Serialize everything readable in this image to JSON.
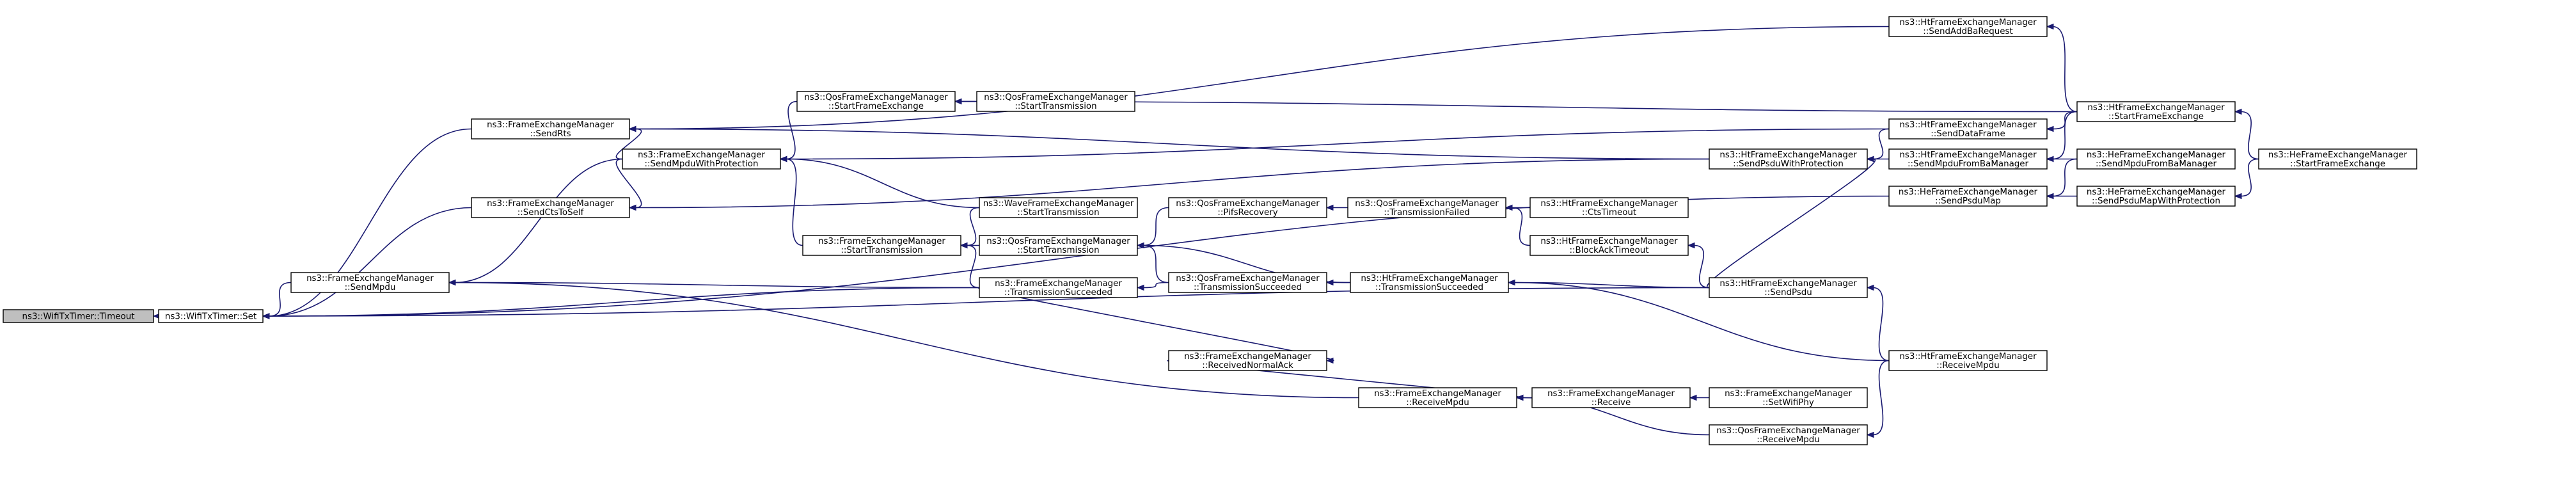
{
  "nodes": [
    {
      "id": "timeout",
      "line1": "ns3::WifiTxTimer::Timeout",
      "line2": "",
      "root": true
    },
    {
      "id": "set",
      "line1": "ns3::WifiTxTimer::Set",
      "line2": ""
    },
    {
      "id": "fem_sendrts",
      "line1": "ns3::FrameExchangeManager",
      "line2": "::SendRts"
    },
    {
      "id": "fem_sendctstoself",
      "line1": "ns3::FrameExchangeManager",
      "line2": "::SendCtsToSelf"
    },
    {
      "id": "fem_sendmpdu",
      "line1": "ns3::FrameExchangeManager",
      "line2": "::SendMpdu"
    },
    {
      "id": "fem_sendmpduwithprot",
      "line1": "ns3::FrameExchangeManager",
      "line2": "::SendMpduWithProtection"
    },
    {
      "id": "qos_startframeexchange",
      "line1": "ns3::QosFrameExchangeManager",
      "line2": "::StartFrameExchange"
    },
    {
      "id": "qos_starttransmission_a",
      "line1": "ns3::QosFrameExchangeManager",
      "line2": "::StartTransmission"
    },
    {
      "id": "fem_starttransmission",
      "line1": "ns3::FrameExchangeManager",
      "line2": "::StartTransmission"
    },
    {
      "id": "wave_starttransmission",
      "line1": "ns3::WaveFrameExchangeManager",
      "line2": "::StartTransmission"
    },
    {
      "id": "qos_starttransmission_b",
      "line1": "ns3::QosFrameExchangeManager",
      "line2": "::StartTransmission"
    },
    {
      "id": "fem_transmissionsucceeded",
      "line1": "ns3::FrameExchangeManager",
      "line2": "::TransmissionSucceeded"
    },
    {
      "id": "fem_receivednormalack",
      "line1": "ns3::FrameExchangeManager",
      "line2": "::ReceivedNormalAck"
    },
    {
      "id": "fem_receivempdu",
      "line1": "ns3::FrameExchangeManager",
      "line2": "::ReceiveMpdu"
    },
    {
      "id": "fem_receive",
      "line1": "ns3::FrameExchangeManager",
      "line2": "::Receive"
    },
    {
      "id": "fem_setwifiphy",
      "line1": "ns3::FrameExchangeManager",
      "line2": "::SetWifiPhy"
    },
    {
      "id": "qos_pifsrecovery",
      "line1": "ns3::QosFrameExchangeManager",
      "line2": "::PifsRecovery"
    },
    {
      "id": "qos_transmissionfailed",
      "line1": "ns3::QosFrameExchangeManager",
      "line2": "::TransmissionFailed"
    },
    {
      "id": "qos_transmissionsucceeded",
      "line1": "ns3::QosFrameExchangeManager",
      "line2": "::TransmissionSucceeded"
    },
    {
      "id": "ht_transmissionsucceeded",
      "line1": "ns3::HtFrameExchangeManager",
      "line2": "::TransmissionSucceeded"
    },
    {
      "id": "ht_ctstimeout",
      "line1": "ns3::HtFrameExchangeManager",
      "line2": "::CtsTimeout"
    },
    {
      "id": "ht_blockacktimeout",
      "line1": "ns3::HtFrameExchangeManager",
      "line2": "::BlockAckTimeout"
    },
    {
      "id": "ht_sendpsdu",
      "line1": "ns3::HtFrameExchangeManager",
      "line2": "::SendPsdu"
    },
    {
      "id": "qos_receivempdu",
      "line1": "ns3::QosFrameExchangeManager",
      "line2": "::ReceiveMpdu"
    },
    {
      "id": "ht_receivempdu",
      "line1": "ns3::HtFrameExchangeManager",
      "line2": "::ReceiveMpdu"
    },
    {
      "id": "ht_sendaddbarequest",
      "line1": "ns3::HtFrameExchangeManager",
      "line2": "::SendAddBaRequest"
    },
    {
      "id": "ht_senddataframe",
      "line1": "ns3::HtFrameExchangeManager",
      "line2": "::SendDataFrame"
    },
    {
      "id": "ht_sendpsduwithprot",
      "line1": "ns3::HtFrameExchangeManager",
      "line2": "::SendPsduWithProtection"
    },
    {
      "id": "ht_sendmpdufrombamgr",
      "line1": "ns3::HtFrameExchangeManager",
      "line2": "::SendMpduFromBaManager"
    },
    {
      "id": "he_sendpsdumap",
      "line1": "ns3::HeFrameExchangeManager",
      "line2": "::SendPsduMap"
    },
    {
      "id": "ht_startframeexchange",
      "line1": "ns3::HtFrameExchangeManager",
      "line2": "::StartFrameExchange"
    },
    {
      "id": "he_sendmpdufrombamgr",
      "line1": "ns3::HeFrameExchangeManager",
      "line2": "::SendMpduFromBaManager"
    },
    {
      "id": "he_sendpsdumapwithprot",
      "line1": "ns3::HeFrameExchangeManager",
      "line2": "::SendPsduMapWithProtection"
    },
    {
      "id": "he_startframeexchange",
      "line1": "ns3::HeFrameExchangeManager",
      "line2": "::StartFrameExchange"
    }
  ]
}
